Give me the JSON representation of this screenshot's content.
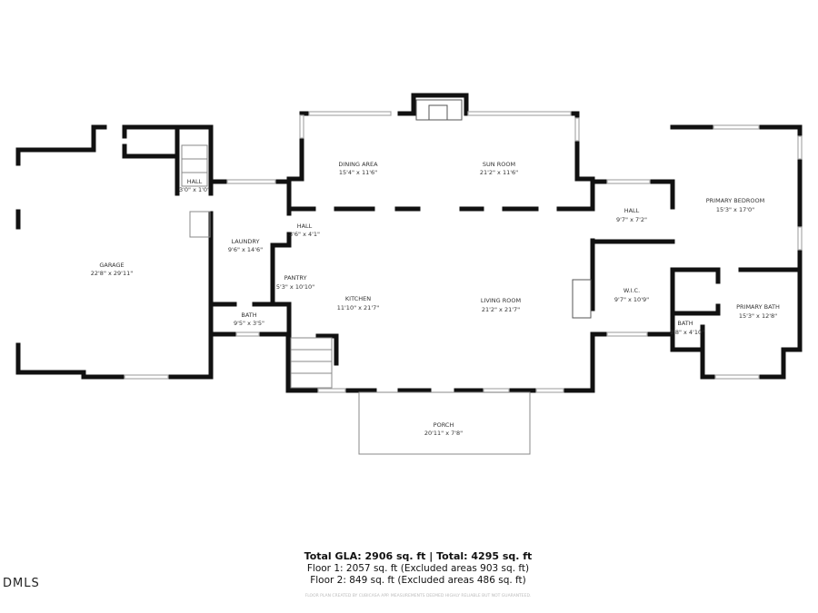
{
  "rooms": {
    "garage": {
      "name": "GARAGE",
      "dims": "22'8\" x 29'11\""
    },
    "hall1": {
      "name": "HALL",
      "dims": "3'0\" x 1'0\""
    },
    "laundry": {
      "name": "LAUNDRY",
      "dims": "9'6\" x 14'6\""
    },
    "bath1": {
      "name": "BATH",
      "dims": "9'5\" x 3'5\""
    },
    "hall2": {
      "name": "HALL",
      "dims": "3'6\" x 4'1\""
    },
    "pantry": {
      "name": "PANTRY",
      "dims": "5'3\" x 10'10\""
    },
    "dining": {
      "name": "DINING AREA",
      "dims": "15'4\" x 11'6\""
    },
    "sunroom": {
      "name": "SUN ROOM",
      "dims": "21'2\" x 11'6\""
    },
    "kitchen": {
      "name": "KITCHEN",
      "dims": "11'10\" x 21'7\""
    },
    "living": {
      "name": "LIVING ROOM",
      "dims": "21'2\" x 21'7\""
    },
    "porch": {
      "name": "PORCH",
      "dims": "20'11\" x 7'8\""
    },
    "hall3": {
      "name": "HALL",
      "dims": "9'7\" x 7'2\""
    },
    "wic": {
      "name": "W.I.C.",
      "dims": "9'7\" x 10'9\""
    },
    "bedroom": {
      "name": "PRIMARY BEDROOM",
      "dims": "15'3\" x 17'0\""
    },
    "pbath": {
      "name": "PRIMARY BATH",
      "dims": "15'3\" x 12'8\""
    },
    "bath2": {
      "name": "BATH",
      "dims": "3'8\" x 4'10\""
    }
  },
  "summary": {
    "total": "Total GLA: 2906 sq. ft | Total: 4295 sq. ft",
    "floor1": "Floor 1: 2057 sq. ft (Excluded areas 903 sq. ft)",
    "floor2": "Floor 2: 849 sq. ft (Excluded areas 486 sq. ft)",
    "disclaimer": "FLOOR PLAN CREATED BY CUBICASA APP. MEASUREMENTS DEEMED HIGHLY RELIABLE BUT NOT GUARANTEED."
  },
  "logo": "DMLS"
}
